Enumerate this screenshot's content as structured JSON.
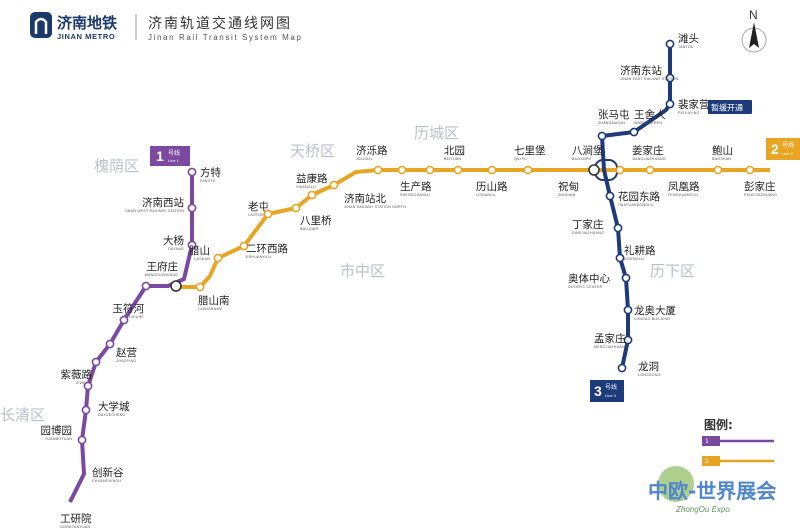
{
  "logo": {
    "name_cn": "济南地铁",
    "name_en": "JINAN METRO"
  },
  "title": {
    "cn": "济南轨道交通线网图",
    "en": "Jinan Rail Transit System Map"
  },
  "compass": {
    "label": "N"
  },
  "districts": [
    {
      "id": "huaiyin",
      "name": "槐荫区"
    },
    {
      "id": "tianqiao",
      "name": "天桥区"
    },
    {
      "id": "licheng",
      "name": "历城区"
    },
    {
      "id": "shizhong",
      "name": "市中区"
    },
    {
      "id": "lixia",
      "name": "历下区"
    },
    {
      "id": "changqing",
      "name": "长清区"
    }
  ],
  "lines": [
    {
      "id": "line1",
      "number": "1",
      "label_cn": "号线",
      "label_en": "Line 1",
      "color": "#7b4aa0"
    },
    {
      "id": "line2",
      "number": "2",
      "label_cn": "号线",
      "label_en": "Line 2",
      "color": "#e8a524"
    },
    {
      "id": "line3",
      "number": "3",
      "label_cn": "号线",
      "label_en": "Line 3",
      "color": "#1d3a7a"
    }
  ],
  "stations": [
    {
      "id": "fangte",
      "cn": "方特",
      "en": "FANGTE"
    },
    {
      "id": "jinanxizhan",
      "cn": "济南西站",
      "en": "JINAN WEST RAILWAY STATION"
    },
    {
      "id": "dayang",
      "cn": "大杨",
      "en": "DAYANG"
    },
    {
      "id": "wangfuzhuang",
      "cn": "王府庄",
      "en": "WANGFUZHUANG"
    },
    {
      "id": "yufuhe",
      "cn": "玉符河",
      "en": "YUFUHE"
    },
    {
      "id": "zhaoying",
      "cn": "赵营",
      "en": "ZHAOYING"
    },
    {
      "id": "ziweilu",
      "cn": "紫薇路",
      "en": "ZIWEILU"
    },
    {
      "id": "daxuecheng",
      "cn": "大学城",
      "en": "DAXUECHENG"
    },
    {
      "id": "yuanboyuan",
      "cn": "园博园",
      "en": "YUANBOYUAN"
    },
    {
      "id": "chuangxingu",
      "cn": "创新谷",
      "en": "CHUANGXINGU"
    },
    {
      "id": "gongyanyuan",
      "cn": "工研院",
      "en": "GONGYANYUAN"
    },
    {
      "id": "lashan",
      "cn": "腊山",
      "en": "LASHAN"
    },
    {
      "id": "lashannan",
      "cn": "腊山南",
      "en": "LASHANNAN"
    },
    {
      "id": "laotun",
      "cn": "老屯",
      "en": "LAOTUN"
    },
    {
      "id": "erhuanxilu",
      "cn": "二环西路",
      "en": "ERHUANXILU"
    },
    {
      "id": "yikanglu",
      "cn": "益康路",
      "en": "YIKANGLU"
    },
    {
      "id": "balIqiao",
      "cn": "八里桥",
      "en": "BALIQIAO"
    },
    {
      "id": "jinanzhanbei",
      "cn": "济南站北",
      "en": "JINAN RAILWAY STATION NORTH"
    },
    {
      "id": "jiluolu",
      "cn": "济泺路",
      "en": "JILUOLU"
    },
    {
      "id": "shengchanlu",
      "cn": "生产路",
      "en": "SHENGCHANLU"
    },
    {
      "id": "beiyuan",
      "cn": "北园",
      "en": "BEIYUAN"
    },
    {
      "id": "lishanlu",
      "cn": "历山路",
      "en": "LISHANLU"
    },
    {
      "id": "qilipu",
      "cn": "七里堡",
      "en": "QILIPU"
    },
    {
      "id": "zhudian",
      "cn": "祝甸",
      "en": "ZHUDIAN"
    },
    {
      "id": "badongpu",
      "cn": "八涧堡",
      "en": "BAJIANPU"
    },
    {
      "id": "jiangjiazhuang",
      "cn": "姜家庄",
      "en": "JIANGJIAZHUANG"
    },
    {
      "id": "fenghuanglu",
      "cn": "凤凰路",
      "en": "FENGHUANGLU"
    },
    {
      "id": "baoshan",
      "cn": "鲍山",
      "en": "BAOSHAN"
    },
    {
      "id": "pengjiazhuang",
      "cn": "彭家庄",
      "en": "PENGJIAZHUANG"
    },
    {
      "id": "tantou",
      "cn": "滩头",
      "en": "TANTOU"
    },
    {
      "id": "jinandongzhan",
      "cn": "济南东站",
      "en": "JINAN EAST RAILWAY STATION"
    },
    {
      "id": "peijiaying",
      "cn": "裴家营",
      "en": "PEIJIAYING"
    },
    {
      "id": "wangsheren",
      "cn": "王舍人",
      "en": "WANGSHEREN"
    },
    {
      "id": "zhangmatun",
      "cn": "张马屯",
      "en": "ZHANGMATUN"
    },
    {
      "id": "huayuandonglu",
      "cn": "花园东路",
      "en": "HUAYUANDONGLU"
    },
    {
      "id": "dingjiazhuang",
      "cn": "丁家庄",
      "en": "DINGJIAZHUANG"
    },
    {
      "id": "lishenglu",
      "cn": "礼耕路",
      "en": "LIGENGLU"
    },
    {
      "id": "aotizhongxin",
      "cn": "奥体中心",
      "en": "OLYMPIC CENTER"
    },
    {
      "id": "longaodasha",
      "cn": "龙奥大厦",
      "en": "LONGAO BUILDING"
    },
    {
      "id": "mengjiazhuang",
      "cn": "孟家庄",
      "en": "MENGJIAZHUANG"
    },
    {
      "id": "longdong",
      "cn": "龙洞",
      "en": "LONGDONG"
    }
  ],
  "note": "暂缓开通",
  "legend": {
    "title": "图例:"
  },
  "watermark": {
    "cn": "中欧-世界展会",
    "en": "ZhongOu Expo"
  }
}
